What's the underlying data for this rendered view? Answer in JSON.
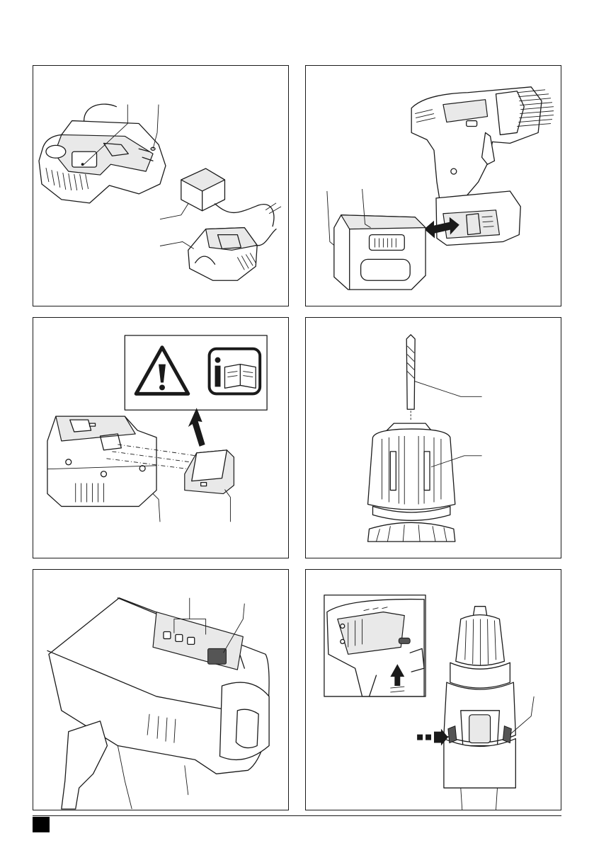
{
  "figures": [
    {
      "id": "charger",
      "icons": [
        "charger-base-icon",
        "plug-adapter-icon",
        "charger-cradle-icon"
      ]
    },
    {
      "id": "battery-insertion",
      "icons": [
        "drill-icon",
        "battery-pack-icon",
        "double-arrow-icon"
      ]
    },
    {
      "id": "battery-label",
      "icons": [
        "warning-triangle-icon",
        "read-manual-icon",
        "battery-pack-icon",
        "label-cap-icon"
      ]
    },
    {
      "id": "drill-bit-chuck",
      "icons": [
        "drill-bit-icon",
        "keyless-chuck-icon"
      ]
    },
    {
      "id": "fuel-gauge",
      "icons": [
        "fuel-gauge-leds-icon",
        "gauge-button-icon"
      ]
    },
    {
      "id": "direction-switch",
      "icons": [
        "inset-detail-icon",
        "forward-reverse-slider-icon",
        "dashed-arrow-icon"
      ]
    }
  ],
  "footer": {
    "page_marker_color": "#000000"
  }
}
